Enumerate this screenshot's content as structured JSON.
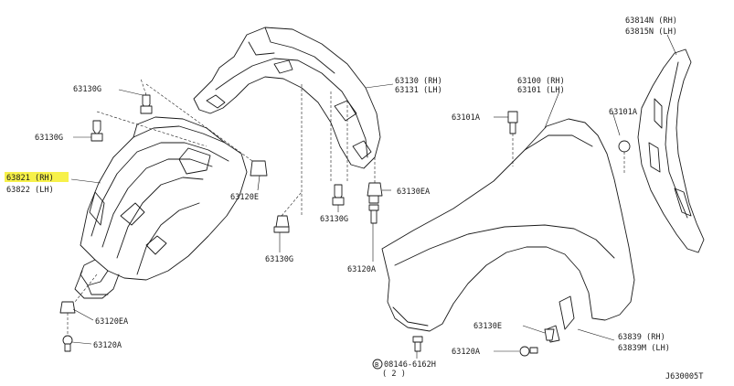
{
  "highlight_color": "#f7f14a",
  "labels": {
    "p63814_rh": "63814N (RH)",
    "p63815_lh": "63815N (LH)",
    "p63130_rh": "63130 (RH)",
    "p63131_lh": "63131 (LH)",
    "p63100_rh": "63100 (RH)",
    "p63101_lh": "63101 (LH)",
    "p63130g_a": "63130G",
    "p63130g_b": "63130G",
    "p63130g_c": "63130G",
    "p63130g_d": "63130G",
    "p63101a_l": "63101A",
    "p63101a_r": "63101A",
    "p63821_rh": "63821 (RH)",
    "p63822_lh": "63822 (LH)",
    "p63120e": "63120E",
    "p63130ea": "63130EA",
    "p63120a_mid": "63120A",
    "p63120ea": "63120EA",
    "p63120a_bl": "63120A",
    "p63130e": "63130E",
    "p63839_rh": "63839 (RH)",
    "p63839m_lh": "63839M (LH)",
    "p63120a_br": "63120A",
    "bolt_b": "B",
    "bolt_code": "08146-6162H",
    "bolt_qty": "( 2 )",
    "diagram_id": "J630005T"
  }
}
